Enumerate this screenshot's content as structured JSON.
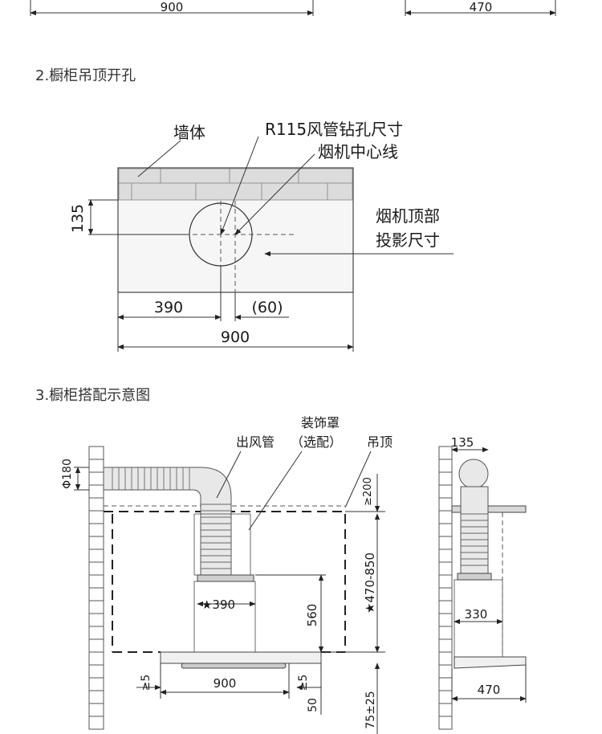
{
  "top_dims": {
    "left_width": "900",
    "right_width": "470"
  },
  "section2": {
    "title": "2.橱柜吊顶开孔",
    "label_wall": "墙体",
    "label_hole": "R115风管钻孔尺寸",
    "label_center": "烟机中心线",
    "label_projection_line1": "烟机顶部",
    "label_projection_line2": "投影尺寸",
    "dim_135": "135",
    "dim_390": "390",
    "dim_60": "(60)",
    "dim_900": "900"
  },
  "section3": {
    "title": "3.橱柜搭配示意图",
    "label_cover": "装饰罩",
    "label_cover_opt": "（选配）",
    "label_outlet": "出风管",
    "label_ceiling": "吊顶",
    "dim_phi180": "Φ180",
    "dim_ge200": "≥200",
    "dim_470_850": "★470-850",
    "dim_390": "★390",
    "dim_560": "560",
    "dim_ge5_left": "≥5",
    "dim_900": "900",
    "dim_ge5_right": "≥5",
    "dim_50": "50",
    "dim_75": "75±25",
    "side_135": "135",
    "side_330": "330",
    "side_470": "470"
  }
}
